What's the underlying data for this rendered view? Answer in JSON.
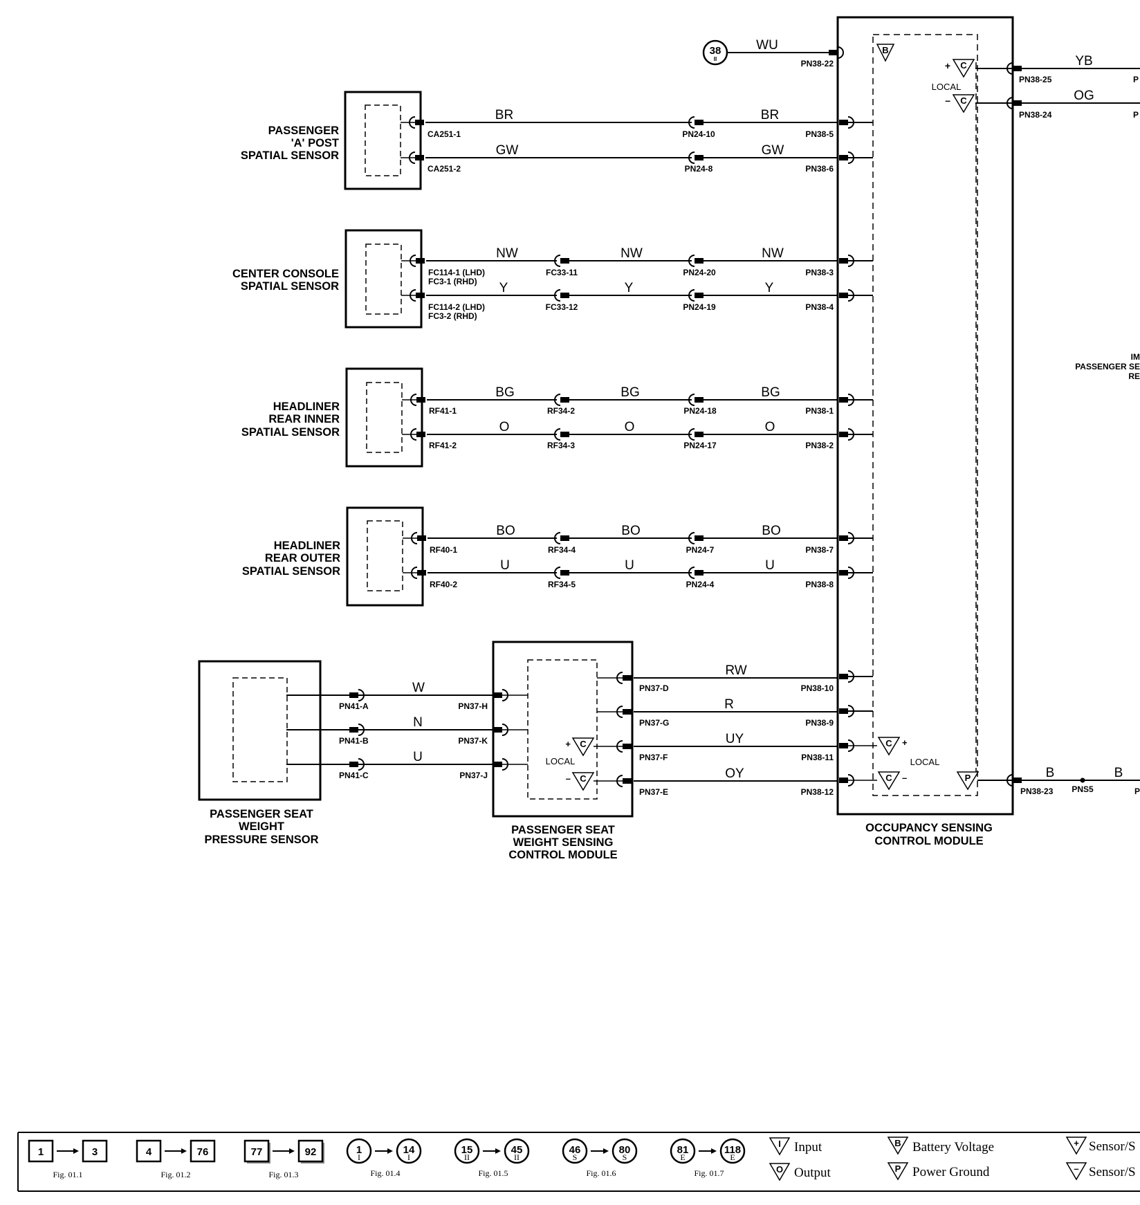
{
  "components": {
    "a_post": [
      "PASSENGER",
      "'A' POST",
      "SPATIAL SENSOR"
    ],
    "center_console": [
      "CENTER CONSOLE",
      "SPATIAL SENSOR"
    ],
    "headliner_inner": [
      "HEADLINER",
      "REAR INNER",
      "SPATIAL SENSOR"
    ],
    "headliner_outer": [
      "HEADLINER",
      "REAR OUTER",
      "SPATIAL SENSOR"
    ],
    "weight_pressure": [
      "PASSENGER SEAT",
      "WEIGHT",
      "PRESSURE SENSOR"
    ],
    "weight_module": [
      "PASSENGER SEAT",
      "WEIGHT SENSING",
      "CONTROL MODULE"
    ],
    "ocs_module": [
      "OCCUPANCY SENSING",
      "CONTROL MODULE"
    ],
    "partial_right": [
      "IM",
      "PASSENGER SE",
      "RE"
    ]
  },
  "wires": {
    "WU": "WU",
    "YB": "YB",
    "OG": "OG",
    "BR": "BR",
    "GW": "GW",
    "NW": "NW",
    "Y": "Y",
    "BG": "BG",
    "O": "O",
    "BO": "BO",
    "U": "U",
    "W": "W",
    "N": "N",
    "RW": "RW",
    "R": "R",
    "UY": "UY",
    "OY": "OY",
    "B": "B"
  },
  "pins": {
    "pn38_22": "PN38-22",
    "pn38_25": "PN38-25",
    "pn38_24": "PN38-24",
    "ca251_1": "CA251-1",
    "ca251_2": "CA251-2",
    "pn24_10": "PN24-10",
    "pn24_8": "PN24-8",
    "pn38_5": "PN38-5",
    "pn38_6": "PN38-6",
    "fc114_1": "FC114-1 (LHD)",
    "fc3_1": "FC3-1 (RHD)",
    "fc114_2": "FC114-2 (LHD)",
    "fc3_2": "FC3-2 (RHD)",
    "fc33_11": "FC33-11",
    "fc33_12": "FC33-12",
    "pn24_20": "PN24-20",
    "pn24_19": "PN24-19",
    "pn38_3": "PN38-3",
    "pn38_4": "PN38-4",
    "rf41_1": "RF41-1",
    "rf41_2": "RF41-2",
    "rf34_2": "RF34-2",
    "rf34_3": "RF34-3",
    "pn24_18": "PN24-18",
    "pn24_17": "PN24-17",
    "pn38_1": "PN38-1",
    "pn38_2": "PN38-2",
    "rf40_1": "RF40-1",
    "rf40_2": "RF40-2",
    "rf34_4": "RF34-4",
    "rf34_5": "RF34-5",
    "pn24_7": "PN24-7",
    "pn24_4": "PN24-4",
    "pn38_7": "PN38-7",
    "pn38_8": "PN38-8",
    "pn41_a": "PN41-A",
    "pn41_b": "PN41-B",
    "pn41_c": "PN41-C",
    "pn37_h": "PN37-H",
    "pn37_k": "PN37-K",
    "pn37_j": "PN37-J",
    "pn37_d": "PN37-D",
    "pn37_g": "PN37-G",
    "pn37_f": "PN37-F",
    "pn37_e": "PN37-E",
    "pn38_10": "PN38-10",
    "pn38_9": "PN38-9",
    "pn38_11": "PN38-11",
    "pn38_12": "PN38-12",
    "pn38_23": "PN38-23",
    "pns5": "PNS5",
    "p_cut1": "P",
    "p_cut2": "P",
    "p_cut3": "P"
  },
  "symbols": {
    "ref_num": "38",
    "ref_sub": "II",
    "local": "LOCAL",
    "b": "B",
    "c": "C",
    "p": "P",
    "plus": "+",
    "minus": "–"
  },
  "legend": [
    {
      "from": "1",
      "to": "3",
      "caption": "Fig. 01.1",
      "style": "square"
    },
    {
      "from": "4",
      "to": "76",
      "caption": "Fig. 01.2",
      "style": "square"
    },
    {
      "from": "77",
      "to": "92",
      "caption": "Fig. 01.3",
      "style": "square-shadow"
    },
    {
      "from": "1",
      "to": "14",
      "sub": "I",
      "caption": "Fig. 01.4",
      "style": "circle"
    },
    {
      "from": "15",
      "to": "45",
      "sub": "II",
      "caption": "Fig. 01.5",
      "style": "circle"
    },
    {
      "from": "46",
      "to": "80",
      "sub": "S",
      "caption": "Fig. 01.6",
      "style": "circle"
    },
    {
      "from": "81",
      "to": "118",
      "sub": "E",
      "caption": "Fig. 01.7",
      "style": "circle"
    }
  ],
  "legend_symbols": {
    "input": "Input",
    "output": "Output",
    "battery": "Battery Voltage",
    "ground": "Power Ground",
    "sensor1": "Sensor/S",
    "sensor2": "Sensor/S",
    "i": "I",
    "o": "O",
    "b": "B",
    "p": "P",
    "plus": "+",
    "minus": "–"
  }
}
